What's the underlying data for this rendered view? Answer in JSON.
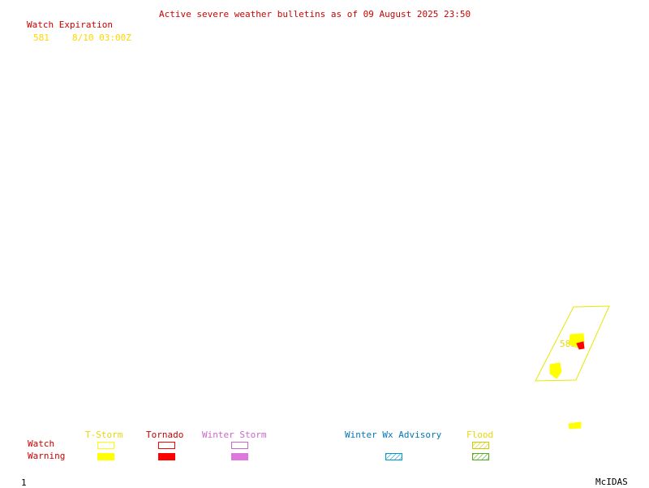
{
  "header": {
    "title": "Active severe weather bulletins as of 09 August 2025 23:50"
  },
  "watch_expiration": {
    "header": "Watch Expiration",
    "entries": [
      {
        "number": "581",
        "expires": "8/10 03:00Z"
      }
    ]
  },
  "map": {
    "watch_box_label": "581",
    "colors": {
      "watch_outline": "#e8e800",
      "tstorm_warning": "#ffff00",
      "tornado_warning": "#ff0000"
    }
  },
  "legend": {
    "columns": [
      {
        "key": "tstorm",
        "label": "T-Storm",
        "color": "#e8d800"
      },
      {
        "key": "tornado",
        "label": "Tornado",
        "color": "#cc0000"
      },
      {
        "key": "winterstorm",
        "label": "Winter Storm",
        "color": "#cc66cc"
      },
      {
        "key": "winterwx",
        "label": "Winter Wx Advisory",
        "color": "#0077bb"
      },
      {
        "key": "flood",
        "label": "Flood",
        "color": "#e8d800"
      }
    ],
    "rows": {
      "watch_label": "Watch",
      "warning_label": "Warning"
    },
    "swatch_colors": {
      "tstorm_watch": "#ffff00",
      "tstorm_warning": "#ffff00",
      "tornado_watch": "#ff0000",
      "tornado_warning": "#ff0000",
      "winterstorm_watch": "#cc66cc",
      "winterstorm_warning": "#dd77dd",
      "winterwx_warning": "#0099cc",
      "flood_watch": "#cccc00",
      "flood_warning": "#55aa22"
    }
  },
  "footer": {
    "page_number": "1",
    "brand": "McIDAS"
  }
}
